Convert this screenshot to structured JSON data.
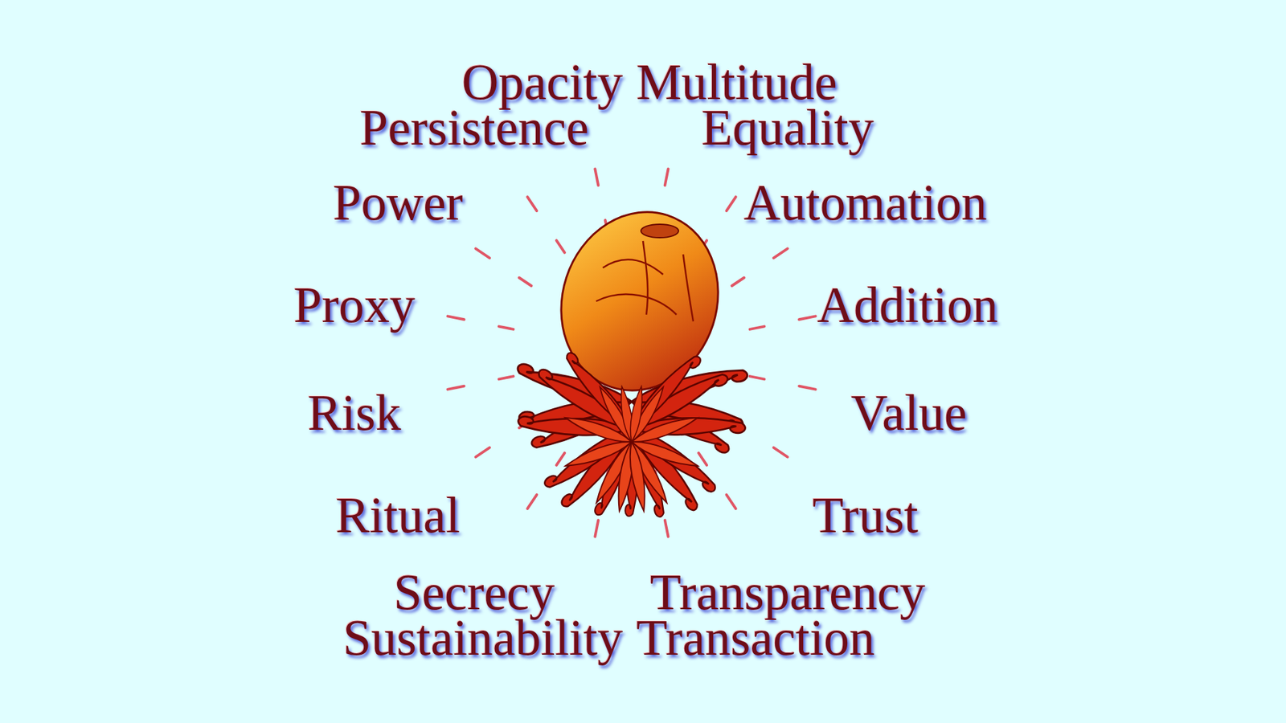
{
  "diagram": {
    "labels": [
      "Opacity",
      "Multitude",
      "Persistence",
      "Equality",
      "Power",
      "Automation",
      "Proxy",
      "Addition",
      "Risk",
      "Value",
      "Ritual",
      "Trust",
      "Secrecy",
      "Transparency",
      "Sustainability",
      "Transaction"
    ]
  }
}
